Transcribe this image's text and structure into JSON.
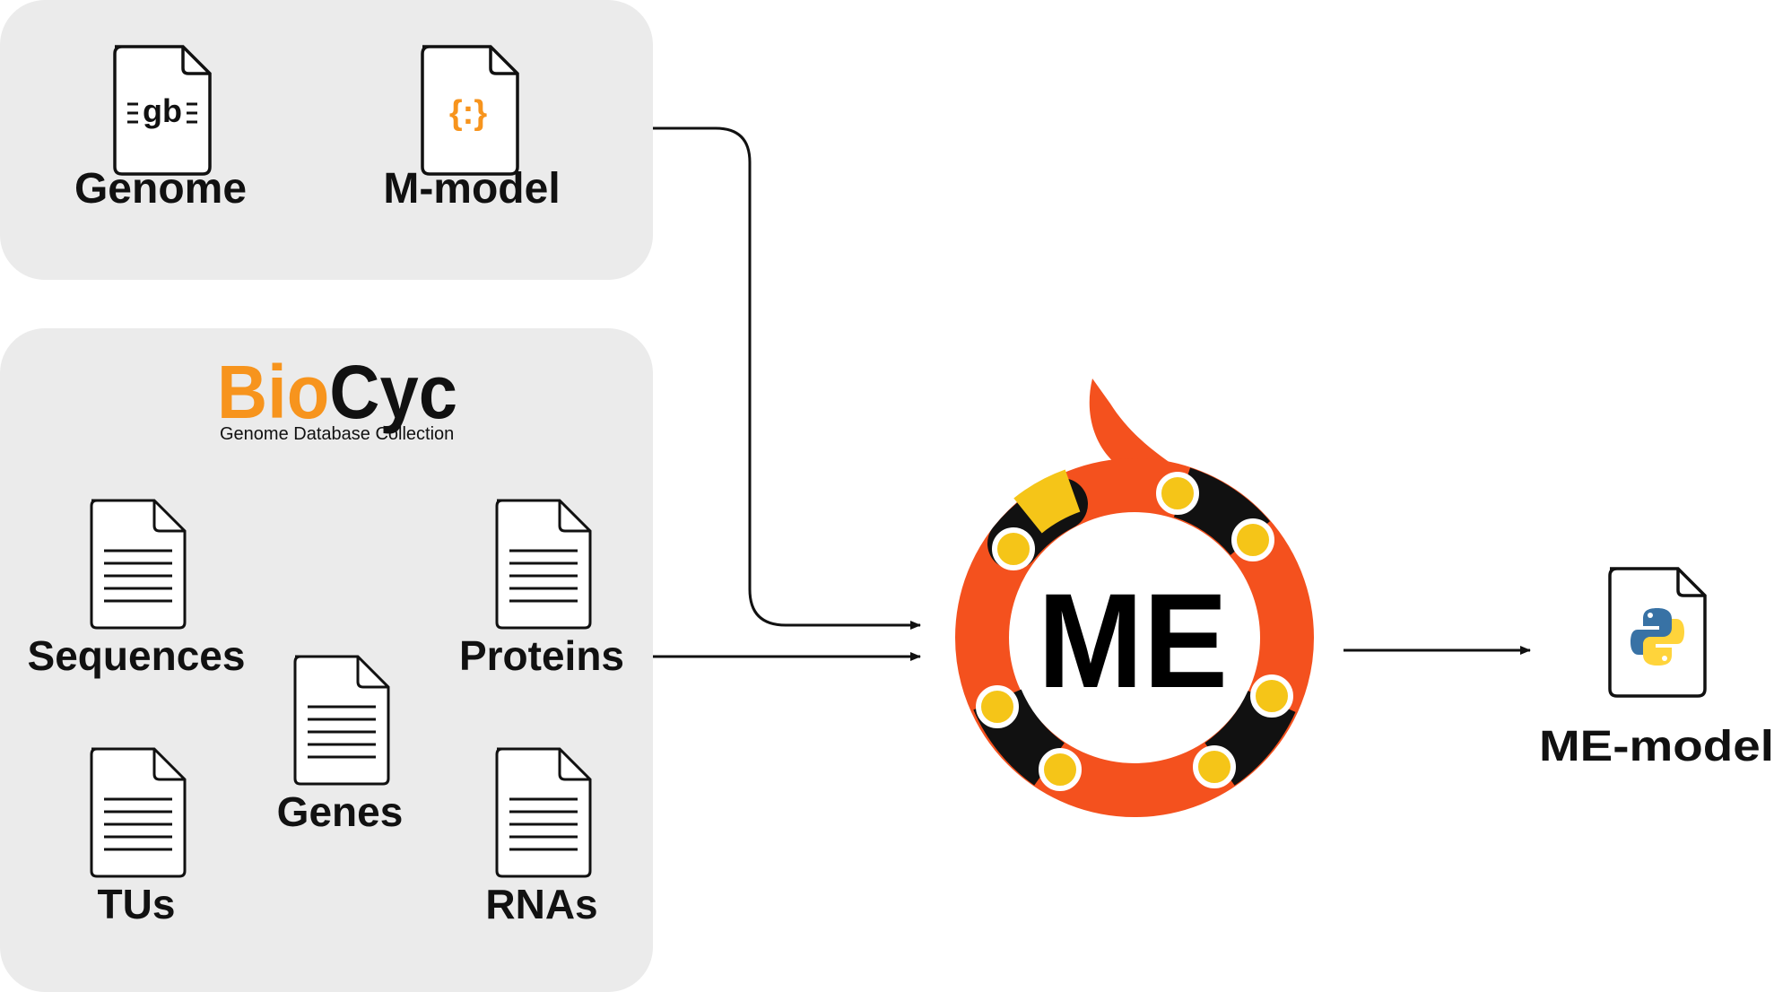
{
  "inputs_top": {
    "genome": {
      "label": "Genome",
      "icon_text": "gb",
      "icon": "genbank-file-icon"
    },
    "mmodel": {
      "label": "M-model",
      "icon_text": "{:}",
      "icon": "json-file-icon",
      "icon_color": "#F7941D"
    }
  },
  "biocyc": {
    "logo_bio": "Bio",
    "logo_cyc": "Cyc",
    "subtitle": "Genome Database Collection",
    "bio_color": "#F7941D",
    "cyc_color": "#111111",
    "files": [
      {
        "label": "Sequences",
        "icon": "document-icon"
      },
      {
        "label": "Proteins",
        "icon": "document-icon"
      },
      {
        "label": "Genes",
        "icon": "document-icon"
      },
      {
        "label": "TUs",
        "icon": "document-icon"
      },
      {
        "label": "RNAs",
        "icon": "document-icon"
      }
    ]
  },
  "center": {
    "logo_text": "ME",
    "ring_color": "#F4511E",
    "dot_color": "#F5C518",
    "segment_color": "#111111"
  },
  "output": {
    "label": "ME-model",
    "icon": "python-file-icon",
    "python_blue": "#3872A5",
    "python_yellow": "#FFD43B"
  },
  "colors": {
    "panel_bg": "#EBEBEB",
    "stroke": "#111111"
  }
}
